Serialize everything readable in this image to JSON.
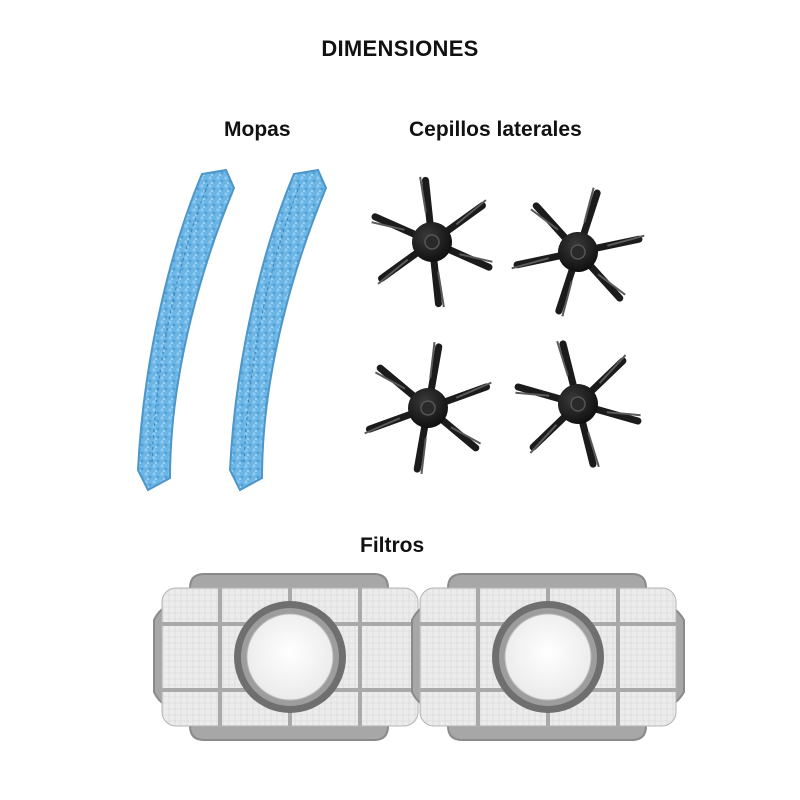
{
  "page": {
    "title": "DIMENSIONES"
  },
  "sections": {
    "mopas": {
      "label": "Mopas",
      "count": 2,
      "color": "#6ab4e4"
    },
    "cepillos": {
      "label": "Cepillos laterales",
      "count": 4,
      "color": "#1a1a1a"
    },
    "filtros": {
      "label": "Filtros",
      "count": 2,
      "color": "#9a9a9a"
    }
  }
}
